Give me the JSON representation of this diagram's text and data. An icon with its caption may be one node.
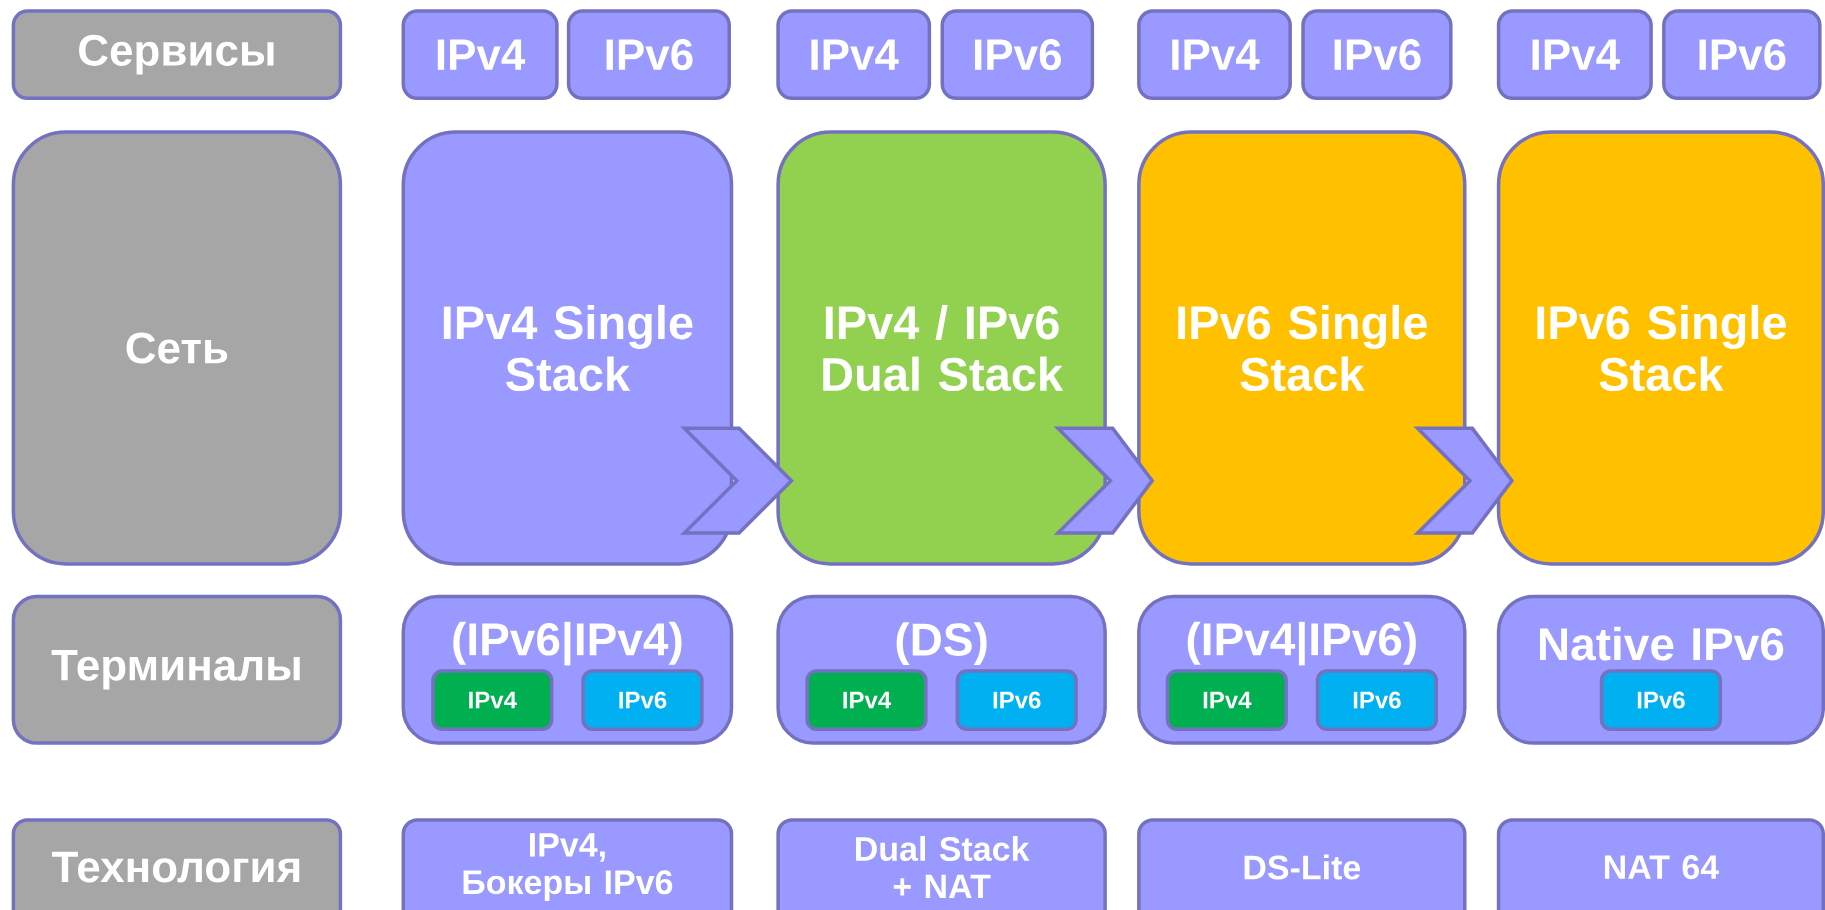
{
  "diagram": {
    "nodes": [
      {
        "text": [
          "Сервисы"
        ]
      },
      {
        "text": [
          "IPv4"
        ]
      },
      {
        "text": [
          "IPv6"
        ]
      },
      {
        "text": [
          "IPv4"
        ]
      },
      {
        "text": [
          "IPv6"
        ]
      },
      {
        "text": [
          "IPv4"
        ]
      },
      {
        "text": [
          "IPv6"
        ]
      },
      {
        "text": [
          "IPv4"
        ]
      },
      {
        "text": [
          "IPv6"
        ]
      },
      {
        "text": [
          "Сеть"
        ]
      },
      {
        "text": [
          "IPv4 Single Stack"
        ]
      },
      {
        "text": [
          "IPv4 / IPv6 Dual Stack"
        ]
      },
      {
        "text": [
          "IPv6 Single Stack"
        ]
      },
      {
        "text": [
          "IPv6 Single Stack"
        ]
      },
      {
        "text": [
          "Терминалы"
        ]
      },
      {
        "text": [
          "(IPv6|IPv4)"
        ]
      },
      {
        "text": [
          "IPv4"
        ],
        "in": 15
      },
      {
        "text": [
          "IPv6"
        ],
        "in": 15
      },
      {
        "text": [
          "(DS)"
        ]
      },
      {
        "text": [
          "IPv4"
        ],
        "in": 18
      },
      {
        "text": [
          "IPv6"
        ],
        "in": 18
      },
      {
        "text": [
          "(IPv4|IPv6)"
        ]
      },
      {
        "text": [
          "IPv4"
        ],
        "in": 21
      },
      {
        "text": [
          "IPv6"
        ],
        "in": 21
      },
      {
        "text": [
          "Native IPv6"
        ]
      },
      {
        "text": [
          "IPv6"
        ],
        "in": 24
      },
      {
        "text": [
          "Технология"
        ]
      },
      {
        "text": [
          "IPv4, Бокеры IPv6"
        ]
      },
      {
        "text": [
          "Dual Stack + NAT"
        ]
      },
      {
        "text": [
          "DS-Lite"
        ]
      },
      {
        "text": [
          "NAT 64"
        ]
      }
    ],
    "edges": [
      {
        "from": 10,
        "to": 11,
        "arrow": "to"
      },
      {
        "from": 11,
        "to": 12,
        "arrow": "to"
      },
      {
        "from": 12,
        "to": 13,
        "arrow": "to"
      }
    ]
  }
}
